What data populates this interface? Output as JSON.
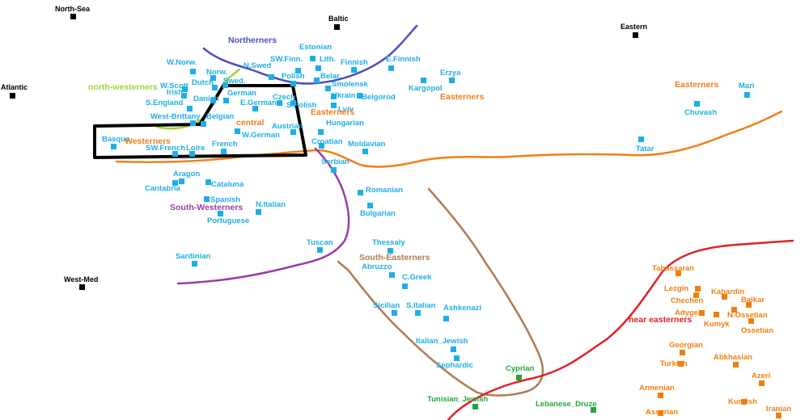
{
  "colors": {
    "population": "#1eaee6",
    "near_east": "#f07f0f",
    "north_africa": "#22a63a",
    "anchor": "#000000",
    "northerners_line": "#4b4cc6",
    "north_westerners_line": "#a2d53a",
    "westerners_line": "#f07f1a",
    "south_westerners_line": "#9a3ca8",
    "south_easterners_line": "#b07b52",
    "near_easterners_line": "#e21f26",
    "central_box": "#000000"
  },
  "anchors": [
    {
      "label": "North-Sea"
    },
    {
      "label": "Baltic"
    },
    {
      "label": "Eastern"
    },
    {
      "label": "Atlantic"
    },
    {
      "label": "West-Med"
    }
  ],
  "populations": [
    {
      "label": "Estonian"
    },
    {
      "label": "N.Swed"
    },
    {
      "label": "SW.Finn."
    },
    {
      "label": "Lith."
    },
    {
      "label": "Finnish"
    },
    {
      "label": "E.Finnish"
    },
    {
      "label": "W.Norw."
    },
    {
      "label": "Norw."
    },
    {
      "label": "Swed."
    },
    {
      "label": "Polish"
    },
    {
      "label": "Belar."
    },
    {
      "label": "Erzya"
    },
    {
      "label": "Kargopol"
    },
    {
      "label": "W.Scott"
    },
    {
      "label": "Dutch"
    },
    {
      "label": "Irish"
    },
    {
      "label": "German"
    },
    {
      "label": "Smolensk"
    },
    {
      "label": "Mari"
    },
    {
      "label": "Danish"
    },
    {
      "label": "S.England"
    },
    {
      "label": "E.German"
    },
    {
      "label": "Czech"
    },
    {
      "label": "S.Polish"
    },
    {
      "label": "Ukrain"
    },
    {
      "label": "Belgorod"
    },
    {
      "label": "Lviv"
    },
    {
      "label": "Chuvash"
    },
    {
      "label": "West-Brittany"
    },
    {
      "label": "Belgian"
    },
    {
      "label": "Austrian"
    },
    {
      "label": "Hungarian"
    },
    {
      "label": "W.German"
    },
    {
      "label": "Croatian"
    },
    {
      "label": "Moldavian"
    },
    {
      "label": "Basque"
    },
    {
      "label": "SW.French"
    },
    {
      "label": "Loire"
    },
    {
      "label": "French"
    },
    {
      "label": "Tatar"
    },
    {
      "label": "Serbian"
    },
    {
      "label": "Aragon"
    },
    {
      "label": "Cantabria"
    },
    {
      "label": "Cataluna"
    },
    {
      "label": "Romanian"
    },
    {
      "label": "Spanish"
    },
    {
      "label": "N.Italian"
    },
    {
      "label": "Bulgarian"
    },
    {
      "label": "Portuguese"
    },
    {
      "label": "Thessaly"
    },
    {
      "label": "Tuscan"
    },
    {
      "label": "Sardinian"
    },
    {
      "label": "Abruzzo"
    },
    {
      "label": "C.Greek"
    },
    {
      "label": "Sicilian"
    },
    {
      "label": "S.Italian"
    },
    {
      "label": "Ashkenazi"
    },
    {
      "label": "Italian_Jewish"
    },
    {
      "label": "Sephardic"
    }
  ],
  "near_east_pops": [
    {
      "label": "Tabassaran"
    },
    {
      "label": "Lezgin"
    },
    {
      "label": "Chechen"
    },
    {
      "label": "Kabardin"
    },
    {
      "label": "Balkar"
    },
    {
      "label": "Adygei"
    },
    {
      "label": "N.Ossetian"
    },
    {
      "label": "Kumyk"
    },
    {
      "label": "Ossetian"
    },
    {
      "label": "Georgian"
    },
    {
      "label": "Abkhasian"
    },
    {
      "label": "Turkish"
    },
    {
      "label": "Azeri"
    },
    {
      "label": "Armenian"
    },
    {
      "label": "Kurdish"
    },
    {
      "label": "Assyrian"
    },
    {
      "label": "Iranian"
    }
  ],
  "north_africa_pops": [
    {
      "label": "Cyprian"
    },
    {
      "label": "Tunisian_Jewish"
    },
    {
      "label": "Lebanese_Druze"
    }
  ],
  "regions": [
    {
      "label": "Northerners"
    },
    {
      "label": "north-westerners"
    },
    {
      "label": "Easterners"
    },
    {
      "label": "Easterners"
    },
    {
      "label": "central"
    },
    {
      "label": "Easterners"
    },
    {
      "label": "Westerners"
    },
    {
      "label": "South-Westerners"
    },
    {
      "label": "South-Easterners"
    },
    {
      "label": "near easterners"
    }
  ]
}
